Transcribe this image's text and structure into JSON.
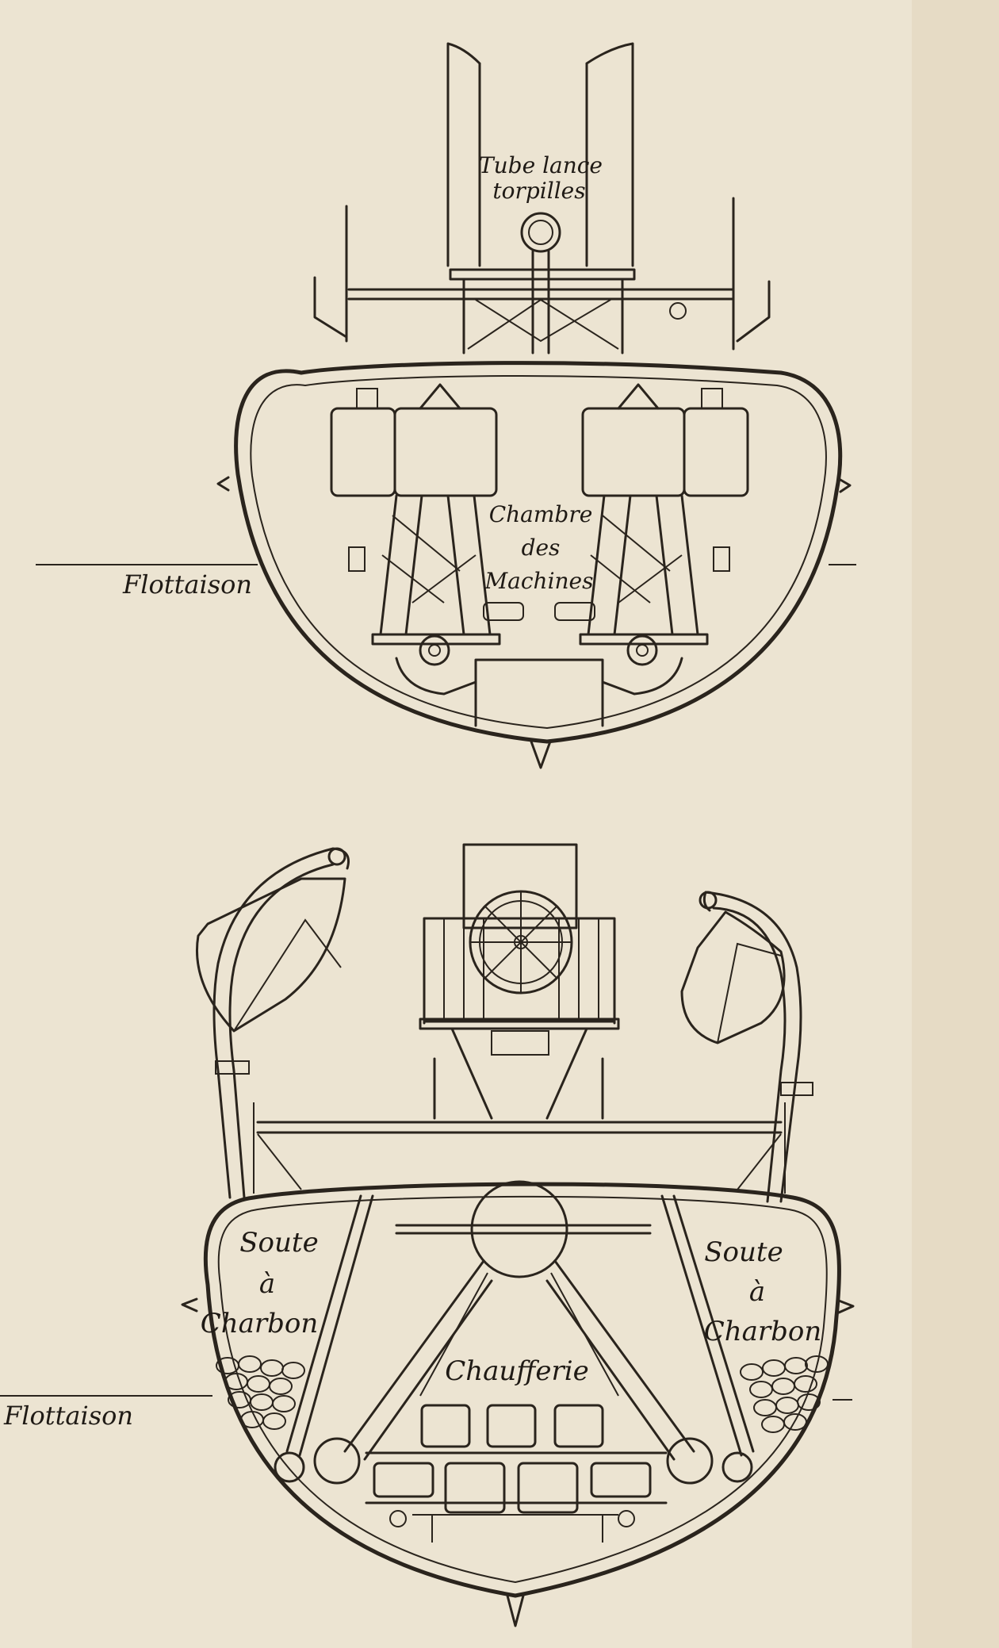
{
  "colors": {
    "paper": "#ece4d2",
    "ink": "#2a241d"
  },
  "top_section": {
    "tube_label_line1": "Tube lance",
    "tube_label_line2": "torpilles",
    "room_label_line1": "Chambre",
    "room_label_line2": "des",
    "room_label_line3": "Machines",
    "waterline_label": "Flottaison"
  },
  "bottom_section": {
    "bunker_left_line1": "Soute",
    "bunker_left_line2": "à",
    "bunker_left_line3": "Charbon",
    "bunker_right_line1": "Soute",
    "bunker_right_line2": "à",
    "bunker_right_line3": "Charbon",
    "boiler_room_label": "Chaufferie",
    "waterline_label": "Flottaison"
  }
}
